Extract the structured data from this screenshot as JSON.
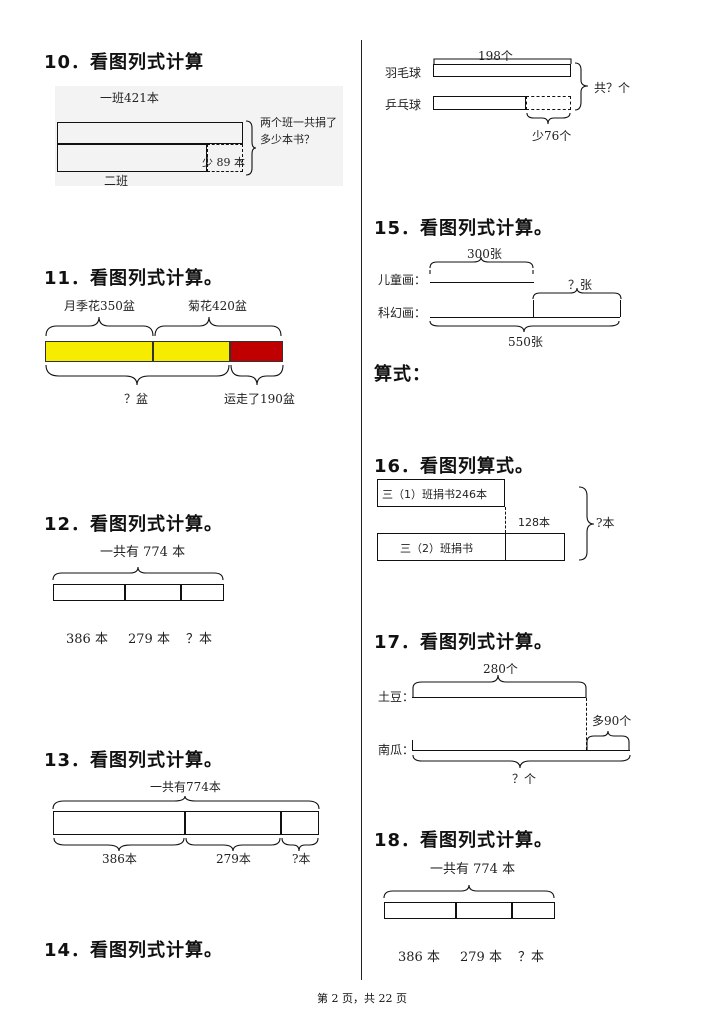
{
  "questions": {
    "q10": {
      "title": "10．看图列式计算",
      "class1": "一班421本",
      "question": [
        "两个班一共捐了",
        "多少本书？"
      ],
      "less": "少 89 本",
      "class2": "二班"
    },
    "q11": {
      "title": "11．看图列式计算。",
      "rose": "月季花350盆",
      "chrysanthemum": "菊花420盆",
      "total": "？盆",
      "moved": "运走了190盆"
    },
    "q12": {
      "title": "12．看图列式计算。",
      "total": "一共有 774 本",
      "a": "386 本",
      "b": "279 本",
      "c": "？本"
    },
    "q13": {
      "title": "13．看图列式计算。",
      "total": "一共有774本",
      "a": "386本",
      "b": "279本",
      "c": "?本"
    },
    "q14": {
      "title": "14．看图列式计算。",
      "badminton": "羽毛球",
      "pingpong": "乒乓球",
      "count": "198个",
      "total": "共？个",
      "less": "少76个"
    },
    "q15": {
      "title": "15．看图列式计算。",
      "kids": "儿童画：",
      "scifi": "科幻画：",
      "kids_count": "300张",
      "unknown": "？张",
      "total": "550张",
      "formula": "算式："
    },
    "q16": {
      "title": "16．看图列算式。",
      "class3_1": "三（1）班捐书246本",
      "diff": "128本",
      "class3_2": "三（2）班捐书",
      "total": "?本"
    },
    "q17": {
      "title": "17．看图列式计算。",
      "potato": "土豆：",
      "pumpkin": "南瓜：",
      "potato_count": "280个",
      "more": "多90个",
      "total": "？个"
    },
    "q18": {
      "title": "18．看图列式计算。",
      "total": "一共有 774 本",
      "a": "386 本",
      "b": "279 本",
      "c": "？本"
    }
  },
  "colors": {
    "yellow": "#f5ec00",
    "red": "#c00000"
  },
  "footer": "第 2 页，共 22 页"
}
